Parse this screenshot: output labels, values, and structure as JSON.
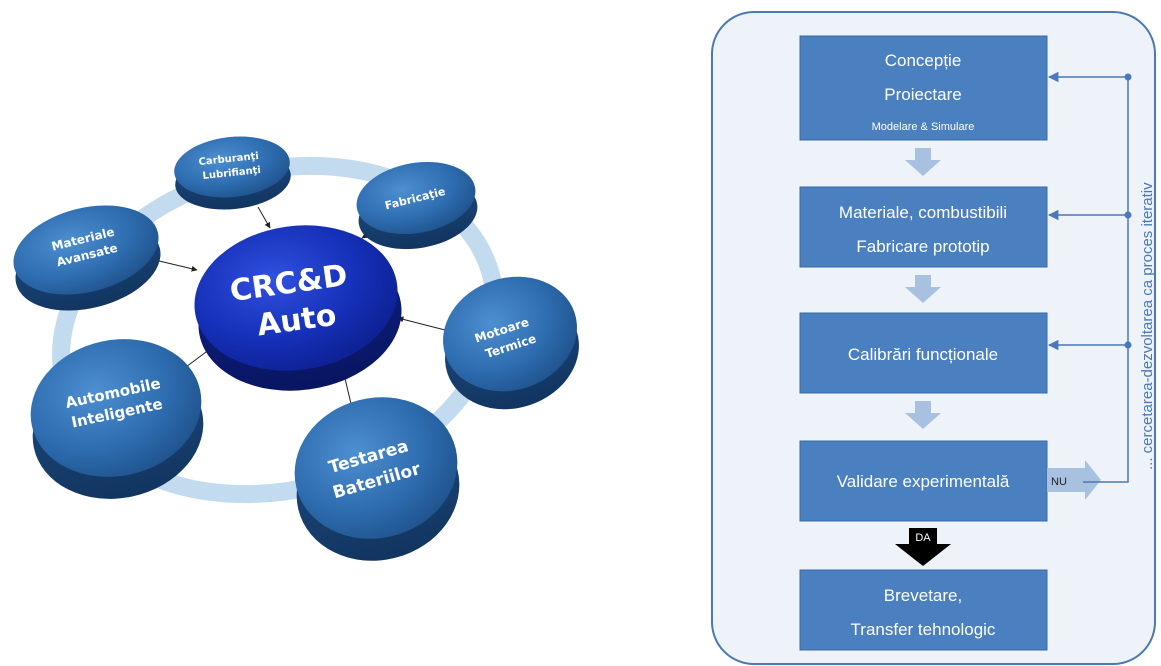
{
  "left_diagram": {
    "hub": {
      "line1": "CRC&D",
      "line2": "Auto"
    },
    "satellites": [
      {
        "id": "carburanti",
        "lines": [
          "Carburanţi",
          "Lubrifianţi"
        ]
      },
      {
        "id": "fabricatie",
        "lines": [
          "Fabricaţie"
        ]
      },
      {
        "id": "motoare",
        "lines": [
          "Motoare",
          "Termice"
        ]
      },
      {
        "id": "testarea",
        "lines": [
          "Testarea",
          "Bateriilor"
        ]
      },
      {
        "id": "automobile",
        "lines": [
          "Automobile",
          "Inteligente"
        ]
      },
      {
        "id": "materiale",
        "lines": [
          "Materiale",
          "Avansate"
        ]
      }
    ]
  },
  "right_diagram": {
    "boxes": [
      {
        "id": "conceptie",
        "lines": [
          "Concepție",
          "Proiectare"
        ],
        "subline": "Modelare & Simulare"
      },
      {
        "id": "materiale",
        "lines": [
          "Materiale, combustibili",
          "Fabricare prototip"
        ]
      },
      {
        "id": "calibrari",
        "lines": [
          "Calibrări funcționale"
        ]
      },
      {
        "id": "validare",
        "lines": [
          "Validare experimentală"
        ]
      },
      {
        "id": "brevetare",
        "lines": [
          "Brevetare,",
          "Transfer tehnologic"
        ]
      }
    ],
    "no_label": "NU",
    "yes_label": "DA",
    "side_note": "... cercetarea-dezvoltarea ca proces iterativ"
  },
  "colors": {
    "satellite_fill": "#2e6db0",
    "hub_fill": "#1530b8",
    "ring": "#b9d4ec",
    "box_fill": "#4a7fc0",
    "panel_fill": "#eef3fa",
    "panel_stroke": "#4a78b0",
    "down_arrow": "#a9c1e0"
  }
}
